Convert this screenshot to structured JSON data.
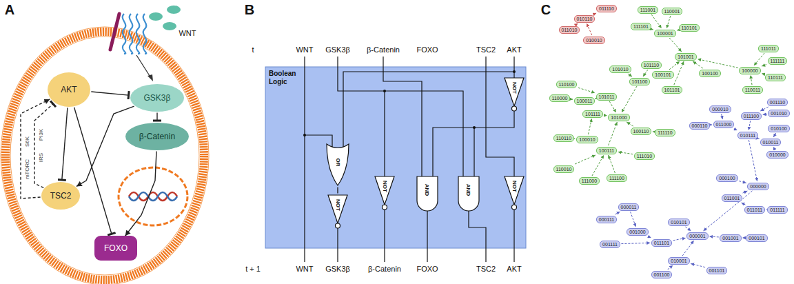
{
  "diagram": {
    "nodes": [
      {
        "text": [
          "AKT"
        ]
      },
      {
        "text": [
          "GSK3β"
        ]
      },
      {
        "text": [
          "β-Catenin"
        ]
      },
      {
        "text": [
          "TSC2"
        ]
      },
      {
        "text": [
          "FOXO"
        ]
      },
      {
        "text": [
          "Boolean Logic"
        ]
      },
      {
        "text": [
          "NOT"
        ],
        "in": 5
      },
      {
        "text": [
          "OR"
        ],
        "in": 5
      },
      {
        "text": [
          "NOT"
        ],
        "in": 5
      },
      {
        "text": [
          "NOT"
        ],
        "in": 5
      },
      {
        "text": [
          "AND"
        ],
        "in": 5
      },
      {
        "text": [
          "AND"
        ],
        "in": 5
      },
      {
        "text": [
          "NOT"
        ],
        "in": 5
      },
      {
        "text": [
          "011110"
        ]
      },
      {
        "text": [
          "010110"
        ]
      },
      {
        "text": [
          "011010"
        ]
      },
      {
        "text": [
          "010010"
        ]
      },
      {
        "text": [
          "111001"
        ]
      },
      {
        "text": [
          "110001"
        ]
      },
      {
        "text": [
          "111101"
        ]
      },
      {
        "text": [
          "100001"
        ]
      },
      {
        "text": [
          "110101"
        ]
      },
      {
        "text": [
          "111011"
        ]
      },
      {
        "text": [
          "111111"
        ]
      },
      {
        "text": [
          "100000"
        ]
      },
      {
        "text": [
          "110111"
        ]
      },
      {
        "text": [
          "110011"
        ]
      },
      {
        "text": [
          "101010"
        ]
      },
      {
        "text": [
          "101110"
        ]
      },
      {
        "text": [
          "101001"
        ]
      },
      {
        "text": [
          "100101"
        ]
      },
      {
        "text": [
          "100100"
        ]
      },
      {
        "text": [
          "101100"
        ]
      },
      {
        "text": [
          "101101"
        ]
      },
      {
        "text": [
          "110100"
        ]
      },
      {
        "text": [
          "110000"
        ]
      },
      {
        "text": [
          "100011"
        ]
      },
      {
        "text": [
          "101011"
        ]
      },
      {
        "text": [
          "101111"
        ]
      },
      {
        "text": [
          "101000"
        ]
      },
      {
        "text": [
          "110110"
        ]
      },
      {
        "text": [
          "100010"
        ]
      },
      {
        "text": [
          "100110"
        ]
      },
      {
        "text": [
          "111110"
        ]
      },
      {
        "text": [
          "100111"
        ]
      },
      {
        "text": [
          "111010"
        ]
      },
      {
        "text": [
          "110010"
        ]
      },
      {
        "text": [
          "111000"
        ]
      },
      {
        "text": [
          "111100"
        ]
      },
      {
        "text": [
          "000010"
        ]
      },
      {
        "text": [
          "001110"
        ]
      },
      {
        "text": [
          "001010"
        ]
      },
      {
        "text": [
          "000110"
        ]
      },
      {
        "text": [
          "011000"
        ]
      },
      {
        "text": [
          "011100"
        ]
      },
      {
        "text": [
          "010111"
        ]
      },
      {
        "text": [
          "010100"
        ]
      },
      {
        "text": [
          "010011"
        ]
      },
      {
        "text": [
          "010000"
        ]
      },
      {
        "text": [
          "000100"
        ]
      },
      {
        "text": [
          "000000"
        ]
      },
      {
        "text": [
          "011001"
        ]
      },
      {
        "text": [
          "011011"
        ]
      },
      {
        "text": [
          "011111"
        ]
      },
      {
        "text": [
          "000011"
        ]
      },
      {
        "text": [
          "000111"
        ]
      },
      {
        "text": [
          "010101"
        ]
      },
      {
        "text": [
          "001000"
        ]
      },
      {
        "text": [
          "011101"
        ]
      },
      {
        "text": [
          "000001"
        ]
      },
      {
        "text": [
          "001001"
        ]
      },
      {
        "text": [
          "000101"
        ]
      },
      {
        "text": [
          "001111"
        ]
      },
      {
        "text": [
          "010001"
        ]
      },
      {
        "text": [
          "001100"
        ]
      },
      {
        "text": [
          "001101"
        ]
      }
    ],
    "edges": [
      {
        "from": 0,
        "to": 1,
        "arrow": "to"
      },
      {
        "from": 1,
        "to": 2,
        "arrow": "to"
      },
      {
        "from": 0,
        "to": 3,
        "arrow": "to"
      },
      {
        "from": 0,
        "to": 4,
        "arrow": "to"
      },
      {
        "from": 1,
        "to": 3,
        "arrow": "to"
      },
      {
        "from": 3,
        "to": 0,
        "arrow": "to"
      },
      {
        "from": 3,
        "to": 0,
        "arrow": "to"
      },
      {
        "from": 2,
        "to": 4,
        "arrow": "to"
      },
      {
        "from": 7,
        "to": 8,
        "arrow": "none"
      },
      {
        "from": 15,
        "to": 14,
        "arrow": "to"
      },
      {
        "from": 16,
        "to": 14,
        "arrow": "to"
      },
      {
        "from": 14,
        "to": 13,
        "arrow": "to"
      },
      {
        "from": 17,
        "to": 20,
        "arrow": "to"
      },
      {
        "from": 18,
        "to": 20,
        "arrow": "to"
      },
      {
        "from": 19,
        "to": 20,
        "arrow": "to"
      },
      {
        "from": 21,
        "to": 20,
        "arrow": "to"
      },
      {
        "from": 20,
        "to": 29,
        "arrow": "to"
      },
      {
        "from": 30,
        "to": 29,
        "arrow": "to"
      },
      {
        "from": 31,
        "to": 29,
        "arrow": "to"
      },
      {
        "from": 33,
        "to": 29,
        "arrow": "to"
      },
      {
        "from": 24,
        "to": 29,
        "arrow": "to"
      },
      {
        "from": 22,
        "to": 24,
        "arrow": "to"
      },
      {
        "from": 23,
        "to": 24,
        "arrow": "to"
      },
      {
        "from": 25,
        "to": 24,
        "arrow": "to"
      },
      {
        "from": 26,
        "to": 24,
        "arrow": "to"
      },
      {
        "from": 27,
        "to": 32,
        "arrow": "to"
      },
      {
        "from": 28,
        "to": 32,
        "arrow": "to"
      },
      {
        "from": 32,
        "to": 39,
        "arrow": "to"
      },
      {
        "from": 37,
        "to": 39,
        "arrow": "to"
      },
      {
        "from": 38,
        "to": 39,
        "arrow": "to"
      },
      {
        "from": 34,
        "to": 37,
        "arrow": "to"
      },
      {
        "from": 35,
        "to": 36,
        "arrow": "to"
      },
      {
        "from": 36,
        "to": 37,
        "arrow": "to"
      },
      {
        "from": 40,
        "to": 41,
        "arrow": "to"
      },
      {
        "from": 41,
        "to": 38,
        "arrow": "to"
      },
      {
        "from": 42,
        "to": 39,
        "arrow": "to"
      },
      {
        "from": 43,
        "to": 42,
        "arrow": "to"
      },
      {
        "from": 44,
        "to": 39,
        "arrow": "to"
      },
      {
        "from": 45,
        "to": 44,
        "arrow": "to"
      },
      {
        "from": 46,
        "to": 44,
        "arrow": "to"
      },
      {
        "from": 47,
        "to": 44,
        "arrow": "to"
      },
      {
        "from": 48,
        "to": 44,
        "arrow": "to"
      },
      {
        "from": 49,
        "to": 53,
        "arrow": "to"
      },
      {
        "from": 52,
        "to": 53,
        "arrow": "to"
      },
      {
        "from": 50,
        "to": 54,
        "arrow": "to"
      },
      {
        "from": 51,
        "to": 54,
        "arrow": "to"
      },
      {
        "from": 53,
        "to": 55,
        "arrow": "to"
      },
      {
        "from": 54,
        "to": 55,
        "arrow": "to"
      },
      {
        "from": 56,
        "to": 57,
        "arrow": "to"
      },
      {
        "from": 58,
        "to": 57,
        "arrow": "to"
      },
      {
        "from": 57,
        "to": 55,
        "arrow": "to"
      },
      {
        "from": 55,
        "to": 60,
        "arrow": "to"
      },
      {
        "from": 59,
        "to": 60,
        "arrow": "to"
      },
      {
        "from": 61,
        "to": 60,
        "arrow": "to"
      },
      {
        "from": 62,
        "to": 61,
        "arrow": "to"
      },
      {
        "from": 63,
        "to": 62,
        "arrow": "to"
      },
      {
        "from": 60,
        "to": 69,
        "arrow": "to"
      },
      {
        "from": 66,
        "to": 69,
        "arrow": "to"
      },
      {
        "from": 68,
        "to": 69,
        "arrow": "to"
      },
      {
        "from": 70,
        "to": 69,
        "arrow": "to"
      },
      {
        "from": 71,
        "to": 70,
        "arrow": "to"
      },
      {
        "from": 73,
        "to": 69,
        "arrow": "to"
      },
      {
        "from": 64,
        "to": 67,
        "arrow": "to"
      },
      {
        "from": 65,
        "to": 64,
        "arrow": "to"
      },
      {
        "from": 67,
        "to": 68,
        "arrow": "to"
      },
      {
        "from": 72,
        "to": 68,
        "arrow": "to"
      },
      {
        "from": 74,
        "to": 73,
        "arrow": "to"
      },
      {
        "from": 75,
        "to": 73,
        "arrow": "to"
      }
    ],
    "labels": [
      "A",
      "WNT",
      "PI3K",
      "IRS",
      "S6K",
      "mTORC",
      "B",
      "t",
      "WNT",
      "GSK3β",
      "β-Catenin",
      "FOXO",
      "TSC2",
      "AKT",
      "t + 1",
      "WNT",
      "GSK3β",
      "β-Catenin",
      "FOXO",
      "TSC2",
      "AKT",
      "C"
    ]
  }
}
